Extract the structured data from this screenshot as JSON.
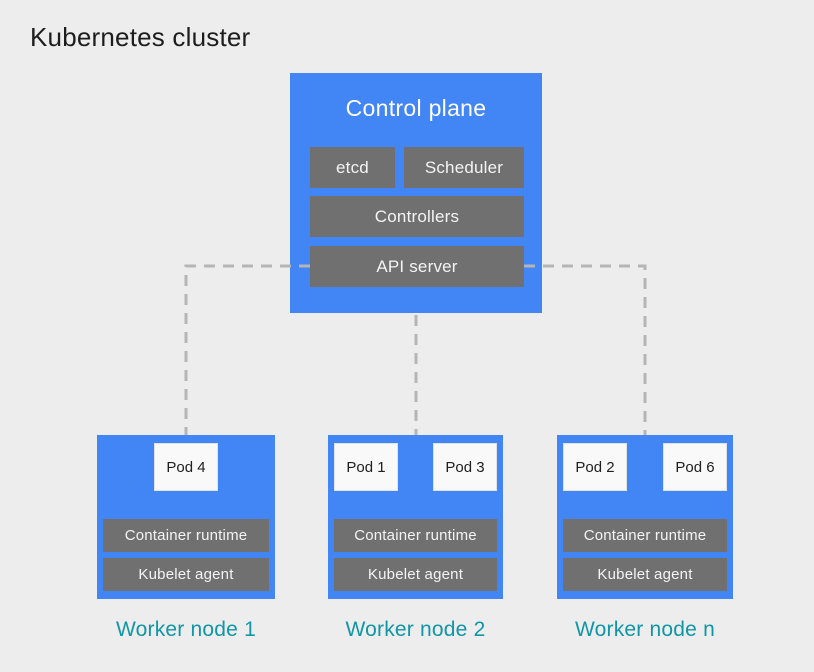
{
  "title": "Kubernetes cluster",
  "control_plane": {
    "title": "Control plane",
    "components": {
      "etcd": "etcd",
      "scheduler": "Scheduler",
      "controllers": "Controllers",
      "api_server": "API server"
    }
  },
  "workers": [
    {
      "label": "Worker node 1",
      "pods": [
        "Pod 4"
      ],
      "layers": [
        "Container runtime",
        "Kubelet agent"
      ]
    },
    {
      "label": "Worker node 2",
      "pods": [
        "Pod 1",
        "Pod 3"
      ],
      "layers": [
        "Container runtime",
        "Kubelet agent"
      ]
    },
    {
      "label": "Worker node n",
      "pods": [
        "Pod 2",
        "Pod 6"
      ],
      "layers": [
        "Container runtime",
        "Kubelet agent"
      ]
    }
  ],
  "colors": {
    "node_blue": "#4285f4",
    "component_gray": "#707070",
    "pod_white": "#f9f9f9",
    "label_teal": "#1096a7",
    "connector_gray": "#b5b5b5",
    "background": "#ededee",
    "title_text": "#1d1d1d"
  }
}
